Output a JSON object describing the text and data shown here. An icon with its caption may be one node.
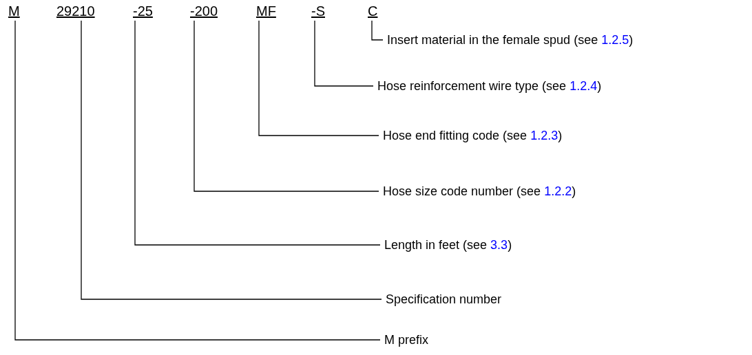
{
  "diagram": {
    "nodes": [
      {
        "text": [
          "M"
        ]
      },
      {
        "text": [
          "29210"
        ]
      },
      {
        "text": [
          "-25"
        ]
      },
      {
        "text": [
          "-200"
        ]
      },
      {
        "text": [
          "MF"
        ]
      },
      {
        "text": [
          "-S"
        ]
      },
      {
        "text": [
          "C"
        ]
      },
      {
        "text": [
          "Insert material in the female spud (see",
          "1.2.5",
          ")"
        ]
      },
      {
        "text": [
          "Hose reinforcement wire type (see",
          "1.2.4",
          ")"
        ]
      },
      {
        "text": [
          "Hose end fitting code (see",
          "1.2.3",
          ")"
        ]
      },
      {
        "text": [
          "Hose size code number (see",
          "1.2.2",
          ")"
        ]
      },
      {
        "text": [
          "Length in feet (see",
          "3.3",
          ")"
        ]
      },
      {
        "text": [
          "Specification number"
        ]
      },
      {
        "text": [
          "M prefix"
        ]
      }
    ],
    "edges": [
      {
        "from": 6,
        "to": 7,
        "arrow": "none"
      },
      {
        "from": 5,
        "to": 8,
        "arrow": "none"
      },
      {
        "from": 4,
        "to": 9,
        "arrow": "none"
      },
      {
        "from": 3,
        "to": 10,
        "arrow": "none"
      },
      {
        "from": 2,
        "to": 11,
        "arrow": "none"
      },
      {
        "from": 1,
        "to": 12,
        "arrow": "none"
      },
      {
        "from": 0,
        "to": 13,
        "arrow": "none"
      }
    ]
  }
}
